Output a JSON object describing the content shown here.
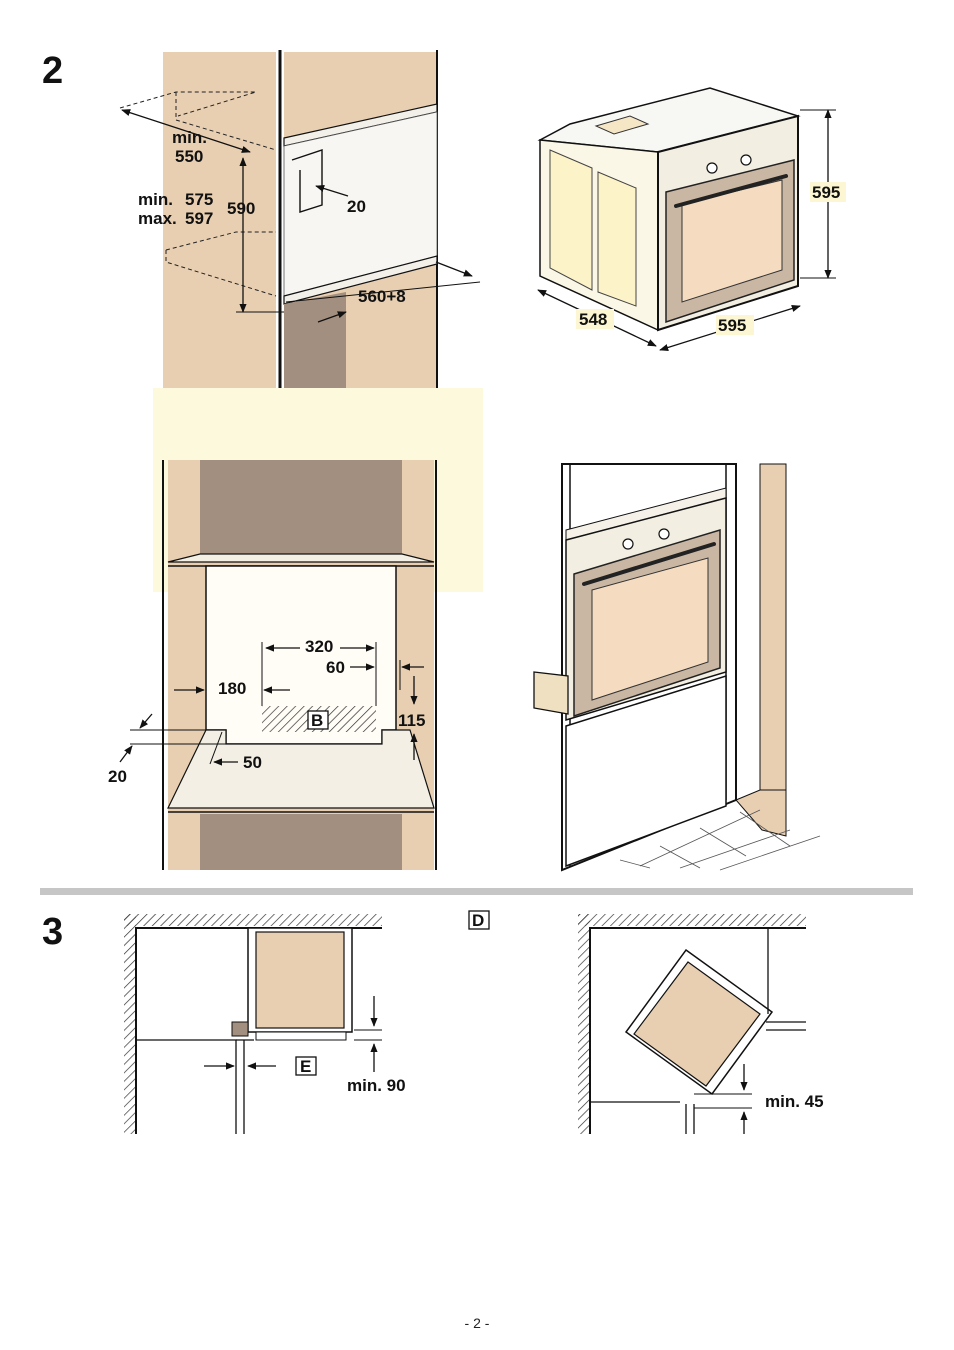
{
  "figures": [
    {
      "number": "2",
      "panels": {
        "niche_side": {
          "labels": {
            "min_depth_a": "min.",
            "min_depth_b": "550",
            "height_min_a": "min.",
            "height_min_b": "575",
            "height_max_a": "max.",
            "height_max_b": "597",
            "height_590": "590",
            "gap_20": "20",
            "shelf_depth": "560+8"
          }
        },
        "oven_perspective": {
          "labels": {
            "height": "595",
            "depth": "548",
            "width": "595"
          }
        },
        "niche_front": {
          "labels": {
            "w320": "320",
            "w60": "60",
            "w180": "180",
            "h115": "115",
            "callout_b": "B",
            "d20": "20",
            "d50": "50"
          }
        },
        "installed_view": {}
      }
    },
    {
      "number": "3",
      "panels": {
        "corner_straight": {
          "labels": {
            "callout_d": "D",
            "callout_e": "E",
            "min_gap": "min. 90"
          }
        },
        "corner_diagonal": {
          "labels": {
            "min_gap": "min. 45"
          }
        }
      }
    }
  ],
  "footer": {
    "page_number": "- 2 -"
  },
  "colors": {
    "wood": "#e8cfb2",
    "wood_dark": "#a38f7f",
    "cream": "#fdf9dc",
    "oven_window": "#f5dcc0",
    "divider": "#c6c6c6",
    "line": "#1a1a1a"
  }
}
